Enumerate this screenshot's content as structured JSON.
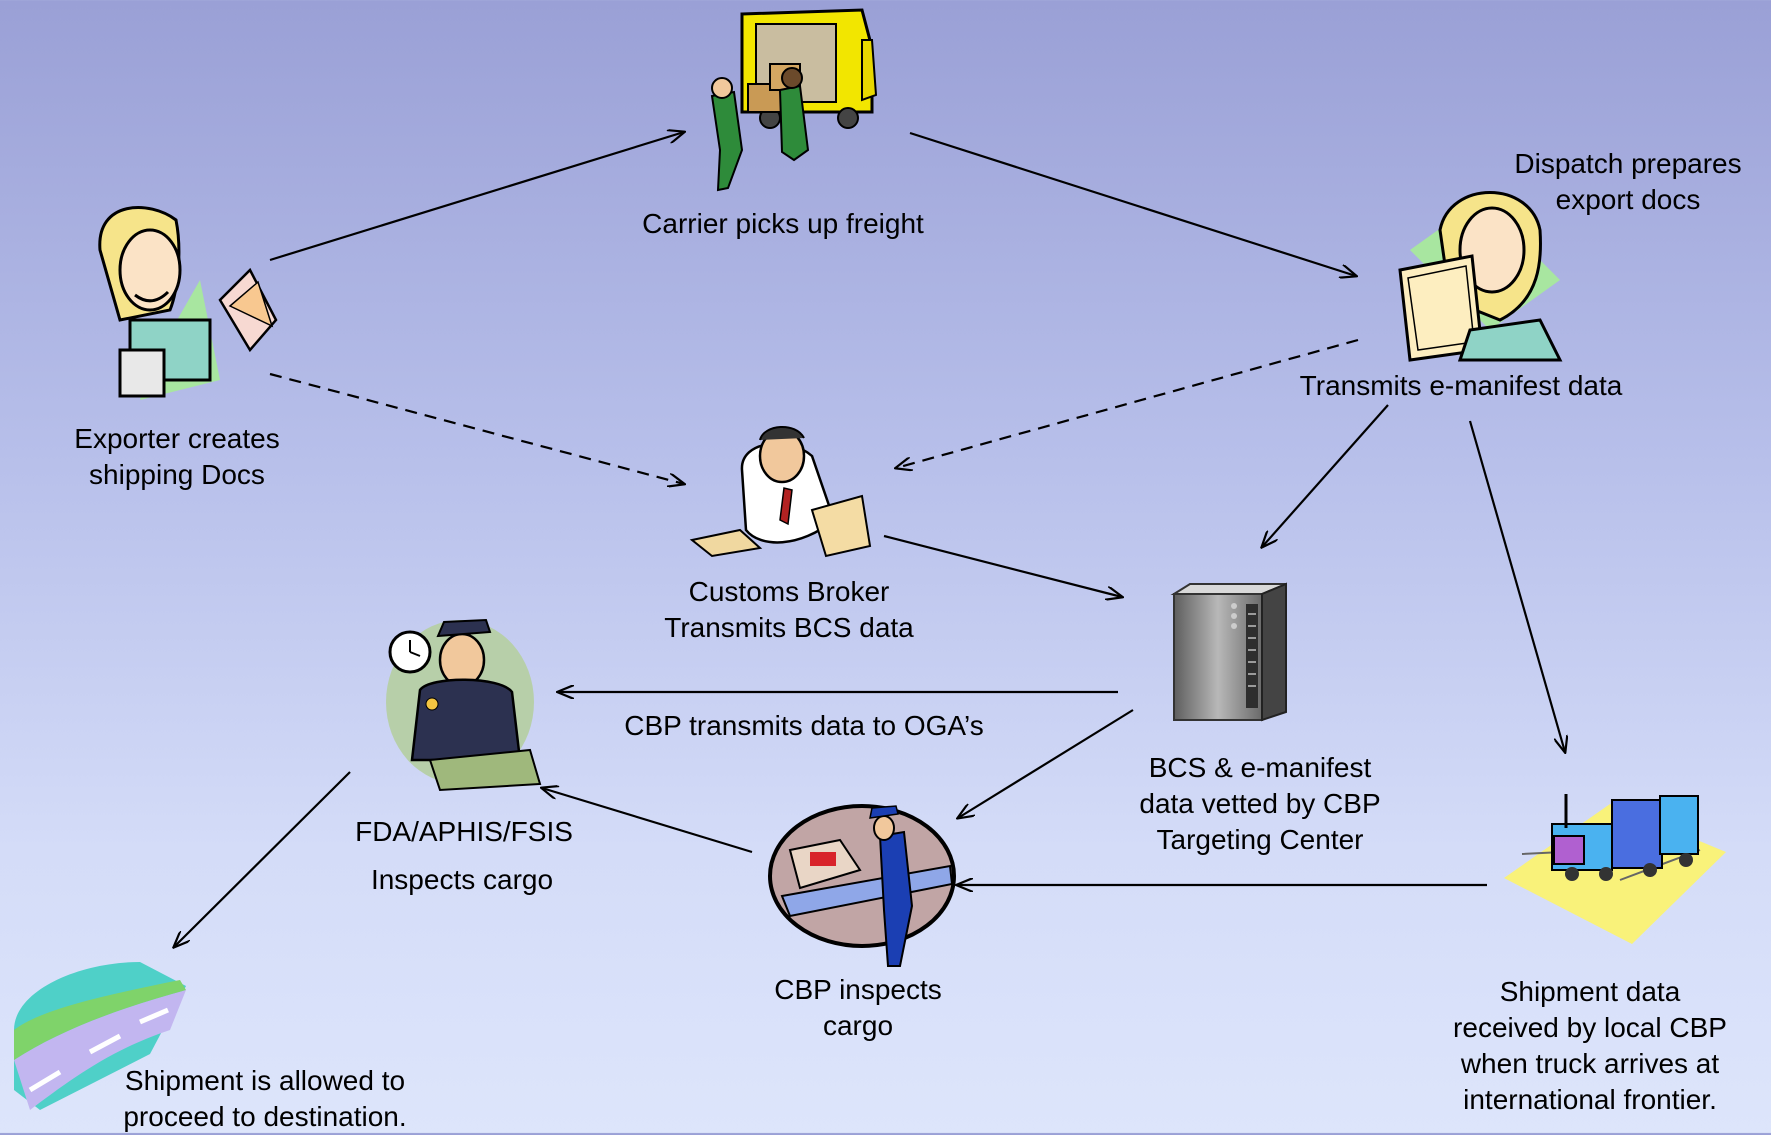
{
  "nodes": {
    "exporter": {
      "icon": "exporter-clipart-icon",
      "lines": [
        "Exporter creates",
        "shipping Docs"
      ]
    },
    "carrier": {
      "icon": "delivery-truck-clipart-icon",
      "lines": [
        "Carrier picks up freight"
      ]
    },
    "dispatch": {
      "icon": "dispatcher-clipart-icon",
      "lines": [
        "Dispatch prepares",
        "export docs"
      ],
      "sub": "Transmits e-manifest data"
    },
    "broker": {
      "icon": "customs-broker-clipart-icon",
      "lines": [
        "Customs Broker",
        "Transmits BCS data"
      ]
    },
    "server": {
      "icon": "server-tower-icon",
      "lines": [
        "BCS & e-manifest",
        "data vetted by CBP",
        "Targeting Center"
      ]
    },
    "oga": {
      "icon": "officer-clipart-icon",
      "lines": [
        "FDA/APHIS/FSIS"
      ],
      "sub": "Inspects cargo"
    },
    "cbp_inspect": {
      "icon": "cbp-inspector-clipart-icon",
      "lines": [
        "CBP inspects",
        "cargo"
      ]
    },
    "frontier": {
      "icon": "truck-at-border-clipart-icon",
      "lines": [
        "Shipment data",
        "received by local CBP",
        "when truck arrives at",
        "international frontier."
      ]
    },
    "destination": {
      "icon": "road-landscape-clipart-icon",
      "lines": [
        "Shipment is allowed to",
        "proceed to destination."
      ]
    }
  },
  "edge_labels": {
    "cbp_to_oga": "CBP transmits data to OGA’s"
  },
  "colors": {
    "arrow": "#000000",
    "background_top": "#9aa0d6",
    "background_bottom": "#dde5fb"
  }
}
